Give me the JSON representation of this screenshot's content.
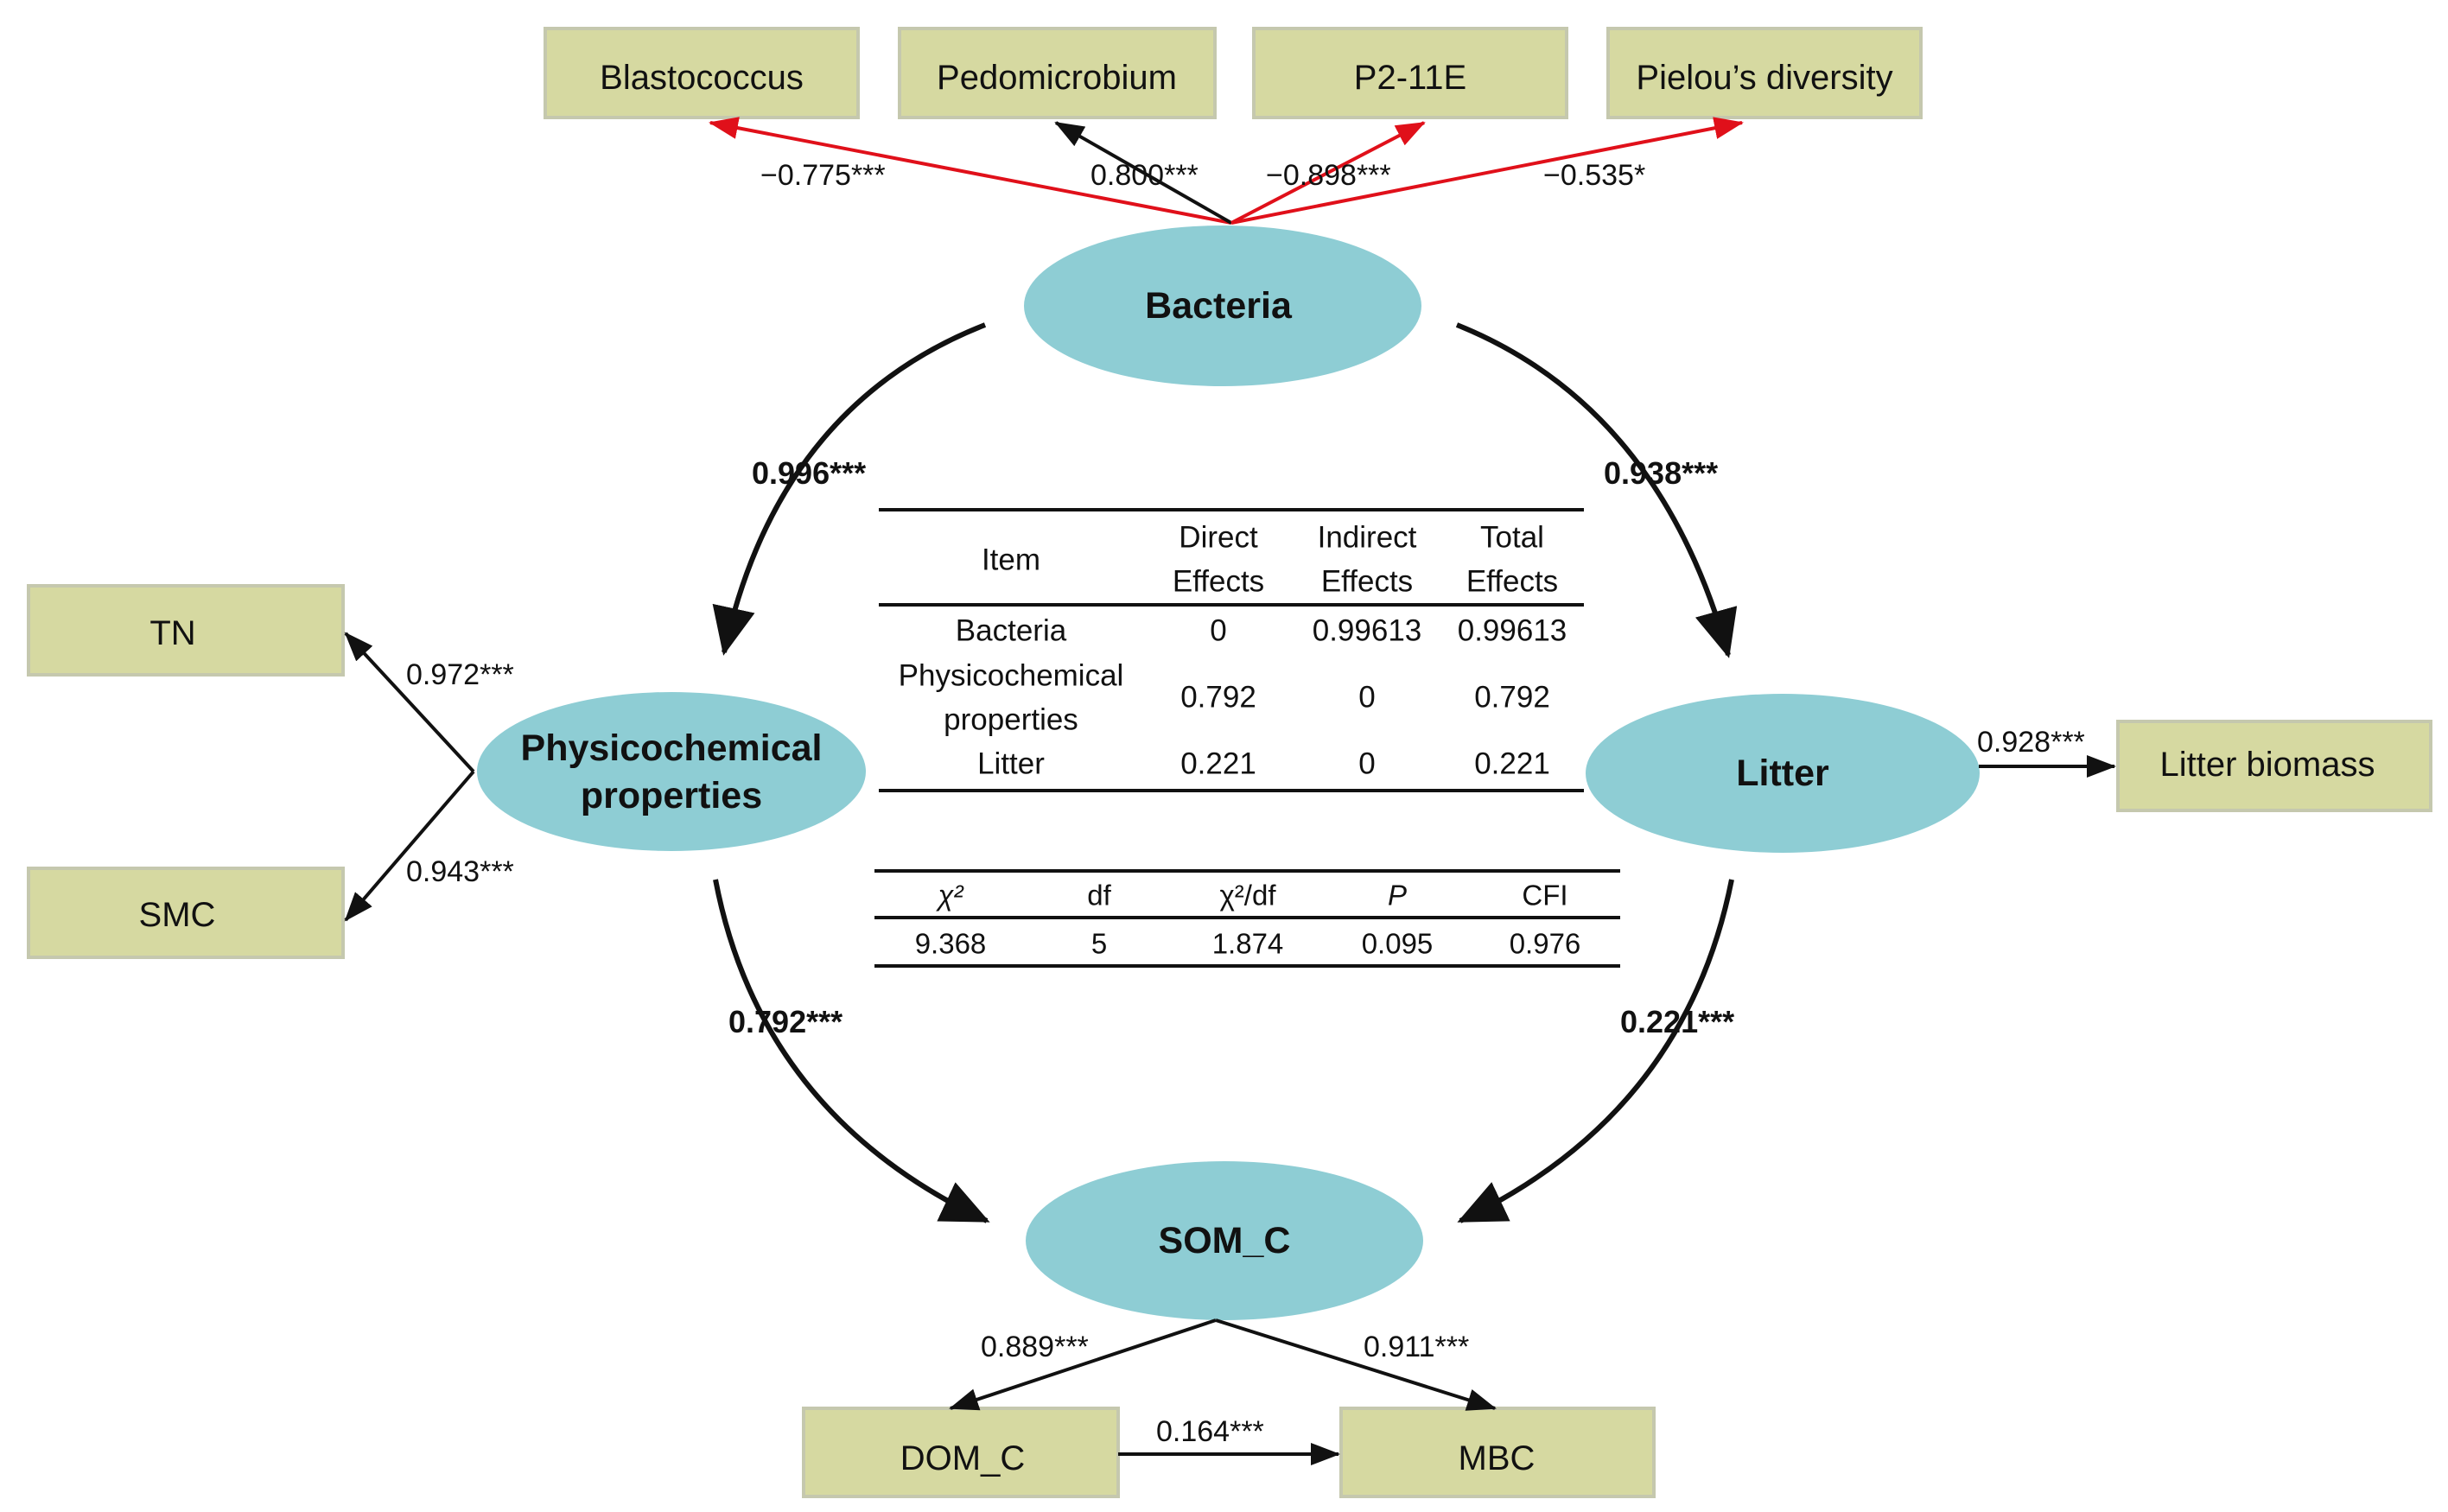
{
  "nodes": {
    "bacteria": "Bacteria",
    "physicochemical": [
      "Physicochemical",
      "properties"
    ],
    "litter": "Litter",
    "som_c": "SOM_C"
  },
  "indicators": {
    "blastococcus": "Blastococcus",
    "pedomicrobium": "Pedomicrobium",
    "p2_11e": "P2-11E",
    "pielou": "Pielou’s diversity",
    "tn": "TN",
    "smc": "SMC",
    "litter_biomass": "Litter biomass",
    "dom_c": "DOM_C",
    "mbc": "MBC"
  },
  "loadings": {
    "blastococcus": "−0.775***",
    "pedomicrobium": "0.800***",
    "p2_11e": "−0.898***",
    "pielou": "−0.535*",
    "tn": "0.972***",
    "smc": "0.943***",
    "litter_biomass": "0.928***",
    "dom_c": "0.889***",
    "mbc": "0.911***",
    "dom_mbc": "0.164***"
  },
  "paths": {
    "bacteria_phys": "0.996***",
    "bacteria_litter": "0.938***",
    "phys_som": "0.792***",
    "litter_som": "0.221***"
  },
  "colors": {
    "box_fill": "#d6d9a1",
    "ellipse_fill": "#8ecdd4",
    "negative_arrow": "#e0101a",
    "positive_arrow": "#111111"
  },
  "effects_table": {
    "headers": [
      [
        "Item"
      ],
      [
        "Direct",
        "Effects"
      ],
      [
        "Indirect",
        "Effects"
      ],
      [
        "Total",
        "Effects"
      ]
    ],
    "rows": [
      {
        "item": [
          "Bacteria"
        ],
        "direct": "0",
        "indirect": "0.99613",
        "total": "0.99613"
      },
      {
        "item": [
          "Physicochemical",
          "properties"
        ],
        "direct": "0.792",
        "indirect": "0",
        "total": "0.792"
      },
      {
        "item": [
          "Litter"
        ],
        "direct": "0.221",
        "indirect": "0",
        "total": "0.221"
      }
    ]
  },
  "fit_table": {
    "headers": [
      "χ²",
      "df",
      "χ²/df",
      "P",
      "CFI"
    ],
    "values": [
      "9.368",
      "5",
      "1.874",
      "0.095",
      "0.976"
    ]
  }
}
